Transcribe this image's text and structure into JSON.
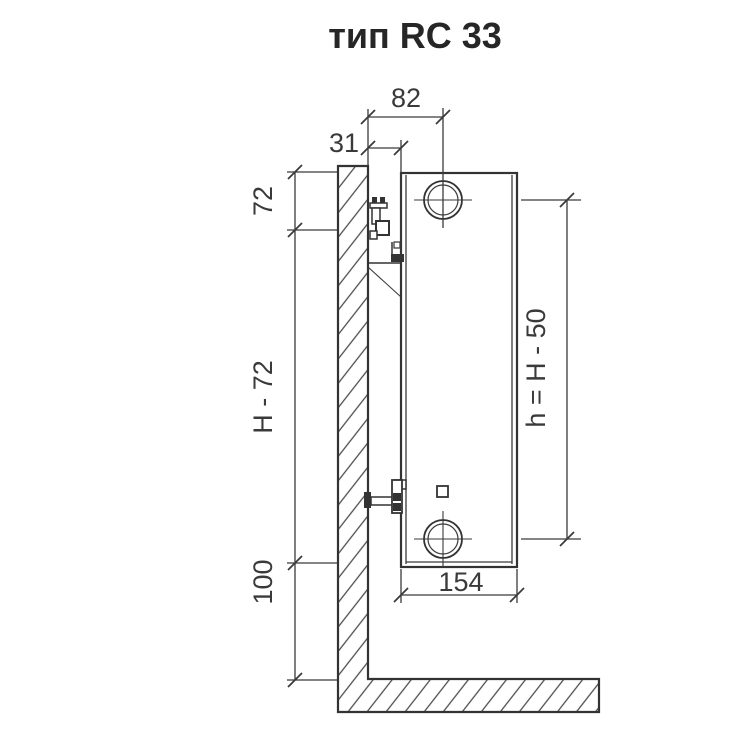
{
  "title": "тип RC 33",
  "drawing": {
    "dim_top_connection_depth": "82",
    "dim_wall_to_panel": "31",
    "dim_top_bracket_offset": "72",
    "dim_mid_height": "H - 72",
    "dim_floor_clearance": "100",
    "dim_panel_depth": "154",
    "dim_connection_height": "h = H - 50"
  },
  "colors": {
    "line": "#3a3a3a",
    "background": "#ffffff"
  }
}
